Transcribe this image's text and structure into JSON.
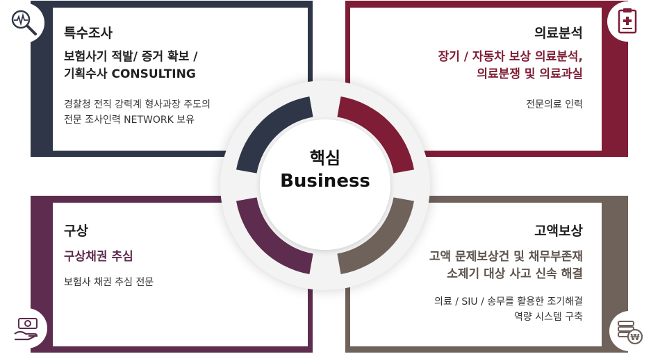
{
  "center": {
    "title_ko": "핵심",
    "title_en": "Business"
  },
  "quadrants": {
    "top_left": {
      "title": "특수조사",
      "headline": [
        "보험사기 적발/ 증거 확보 /",
        "기획수사 CONSULTING"
      ],
      "description": [
        "경찰청 전직 강력계 형사과장 주도의",
        "전문 조사인력 NETWORK 보유"
      ],
      "icon": "magnifier-pulse-icon",
      "color": "#2f3648"
    },
    "top_right": {
      "title": "의료분석",
      "headline": [
        "장기 / 자동차 보상 의료분석,",
        "의료분쟁 및 의료과실"
      ],
      "description": [
        "전문의료 인력"
      ],
      "icon": "medical-clipboard-icon",
      "color": "#7e1d35"
    },
    "bottom_left": {
      "title": "구상",
      "headline": [
        "구상채권 추심"
      ],
      "description": [
        "보험사 채권 추심 전문"
      ],
      "icon": "hand-money-icon",
      "color": "#5d2c4e"
    },
    "bottom_right": {
      "title": "고액보상",
      "headline": [
        "고액 문제보상건 및 채무부존재",
        "소제기 대상 사고 신속 해결"
      ],
      "description": [
        "의료 / SIU / 송무를 활용한 조기해결",
        "역량 시스템 구축"
      ],
      "icon": "coin-stack-won-icon",
      "color": "#6e625b"
    }
  }
}
